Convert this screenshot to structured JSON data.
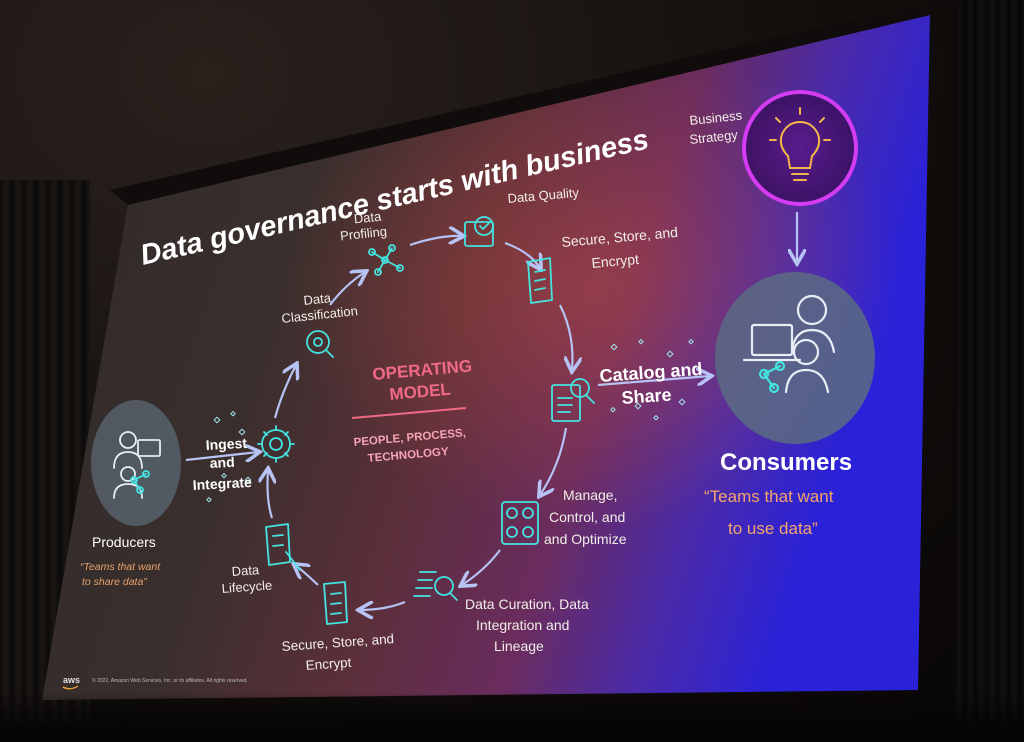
{
  "slide": {
    "title": "Data governance starts with business",
    "center": {
      "title_line1": "OPERATING",
      "title_line2": "MODEL",
      "sub_line1": "PEOPLE, PROCESS,",
      "sub_line2": "TECHNOLOGY"
    },
    "steps": {
      "data_profiling": [
        "Data",
        "Profiling"
      ],
      "data_quality": "Data Quality",
      "secure_top": [
        "Secure, Store, and",
        "Encrypt"
      ],
      "catalog_share": [
        "Catalog and",
        "Share"
      ],
      "manage": [
        "Manage,",
        "Control, and",
        "and Optimize"
      ],
      "curation": [
        "Data Curation, Data",
        "Integration and",
        "Lineage"
      ],
      "secure_bottom": [
        "Secure, Store, and",
        "Encrypt"
      ],
      "data_lifecycle": [
        "Data",
        "Lifecycle"
      ],
      "data_classification": [
        "Data",
        "Classification"
      ],
      "ingest": [
        "Ingest",
        "and",
        "Integrate"
      ]
    },
    "producers": {
      "label": "Producers",
      "quote_line1": "“Teams that want",
      "quote_line2": "to share data”"
    },
    "consumers": {
      "label": "Consumers",
      "quote_line1": "“Teams that want",
      "quote_line2": "to use data”"
    },
    "business_strategy": [
      "Business",
      "Strategy"
    ],
    "footer": "© 2022, Amazon Web Services, Inc. or its affiliates. All rights reserved.",
    "logo": "aws"
  },
  "colors": {
    "icon": "#45e4e0",
    "arrow": "#b7c3f5",
    "accent_pink": "#f06a86",
    "quote_orange": "#f5a56b",
    "strategy_magenta": "#d43cf2"
  }
}
